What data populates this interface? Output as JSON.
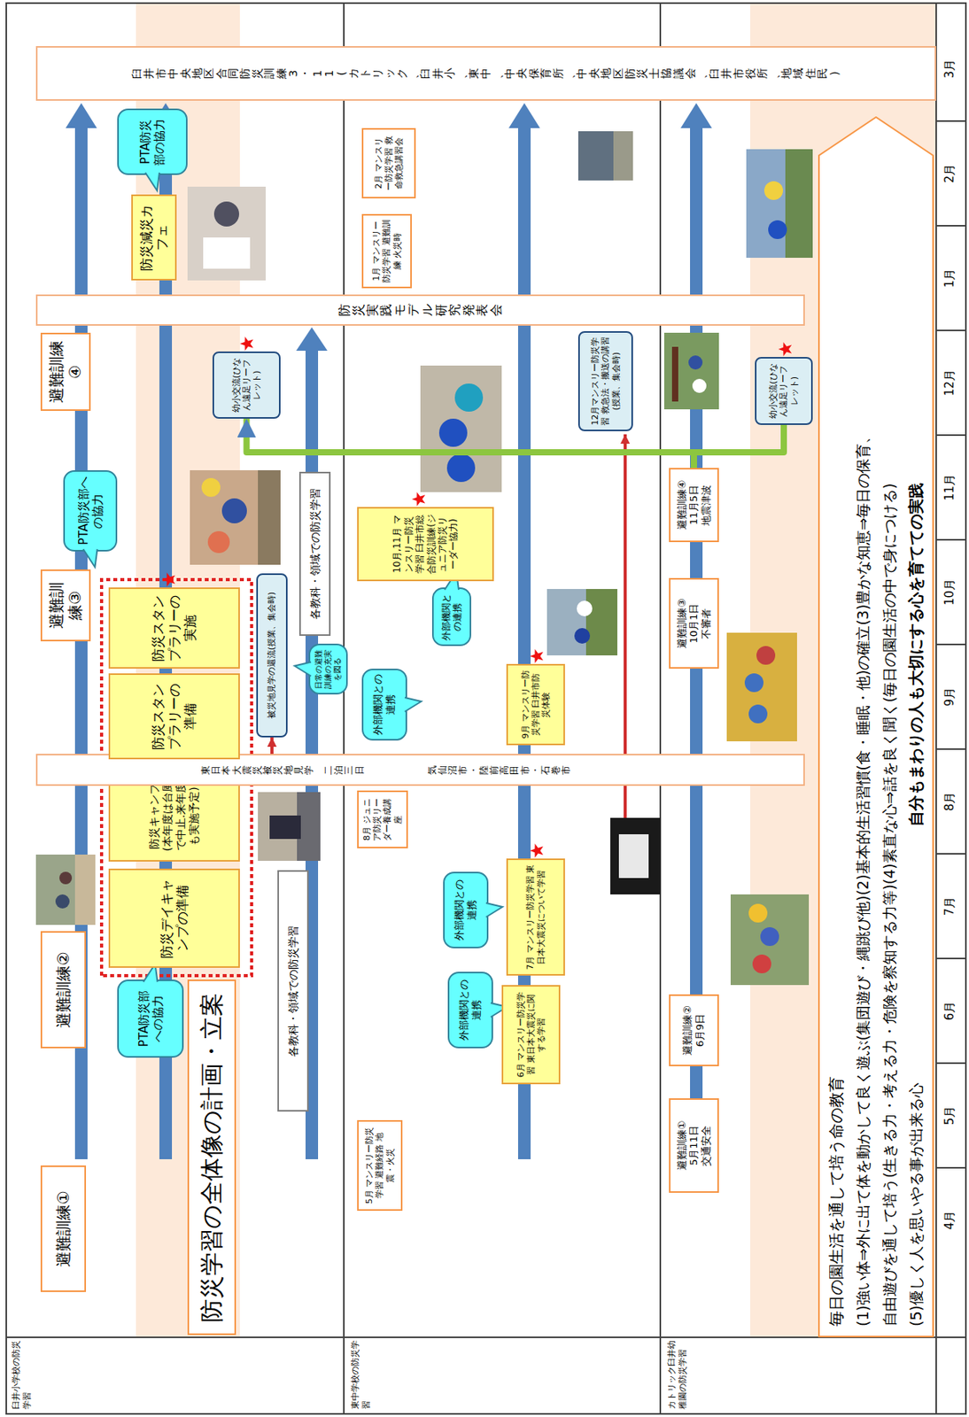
{
  "diagram": {
    "nodes": [
      {
        "text": [
          "防災学習の全体像の計画・立案"
        ]
      },
      {
        "text": [
          "避難訓練①"
        ]
      },
      {
        "text": [
          "避難訓練②"
        ]
      },
      {
        "text": [
          "PTA防災部への協力"
        ]
      },
      {
        "text": [
          "防災デイキャンプの準備"
        ]
      },
      {
        "text": [
          "防災キャンプ(本年度は台風で中止.来年度も実施予定)"
        ]
      },
      {
        "text": [
          "各教科・領域での防災学習"
        ]
      },
      {
        "text": [
          "東日本大震災被災地見学",
          "二泊三日",
          "気仙沼市・陸前高田市・石巻市"
        ]
      },
      {
        "text": [
          "防災スタンプラリーの準備"
        ]
      },
      {
        "text": [
          "防災スタンプラリーの実施"
        ]
      },
      {
        "text": [
          "避難訓練③"
        ]
      },
      {
        "text": [
          "PTA防災部への協力"
        ]
      },
      {
        "text": [
          "被災地見学の還流(授業、集会時)"
        ]
      },
      {
        "text": [
          "日常の避難訓練の充実を図る"
        ]
      },
      {
        "text": [
          "各教科・領域での防災学習"
        ]
      },
      {
        "text": [
          "避難訓練④"
        ]
      },
      {
        "text": [
          "幼小交流(ひなん遠足リーフレット)"
        ]
      },
      {
        "text": [
          "防災実践モデル研究発表会"
        ]
      },
      {
        "text": [
          "防災減災カフェ"
        ]
      },
      {
        "text": [
          "PTA防災部の協力"
        ]
      },
      {
        "text": [
          "5月 マンスリー防災学習 避難経路 地震・火災"
        ]
      },
      {
        "text": [
          "外部機関との連携"
        ]
      },
      {
        "text": [
          "6月 マンスリー防災学習 東日本大震災に関する学習"
        ]
      },
      {
        "text": [
          "外部機関との連携"
        ]
      },
      {
        "text": [
          "7月 マンスリー防災学習 東日本大震災について学習"
        ]
      },
      {
        "text": [
          "8月 ジュニア防災リーダー養成講座"
        ]
      },
      {
        "text": [
          "外部機関との連携"
        ]
      },
      {
        "text": [
          "9月 マンスリー防災学習 臼井市防災体験"
        ]
      },
      {
        "text": [
          "外部機関との連携"
        ]
      },
      {
        "text": [
          "10月,11月 マンスリー防災学習 臼井市総合防災訓練(ジュニア防災リーダー協力)"
        ]
      },
      {
        "text": [
          "12月マンスリー防災学習 救急法・搬送の講習(授業、集会時)"
        ]
      },
      {
        "text": [
          "1月 マンスリー防災学習 避難訓練 火災時"
        ]
      },
      {
        "text": [
          "2月 マンスリー防災学習 救命救急講習会"
        ]
      },
      {
        "text": [
          "避難訓練①",
          "5月11日",
          "交通安全"
        ]
      },
      {
        "text": [
          "避難訓練②",
          "6月9日"
        ]
      },
      {
        "text": [
          "避難訓練③",
          "10月1日",
          "不審者"
        ]
      },
      {
        "text": [
          "避難訓練④",
          "11月5日",
          "地震津波"
        ]
      },
      {
        "text": [
          "幼小交流(ひなん遠足リーフレット)"
        ]
      },
      {
        "text": [
          "毎日の園生活を通して培う命の教育",
          "(1)強い体⇒外に出て体を動かして良く遊ぶ(集団遊び・縄跳び他)(2)基本的生活習慣(食・睡眠・他)の確立(3)豊かな知恵⇒毎日の保育、",
          "自由遊びを通して培う(生きる力・考える力・危険を察知する力等)(4)素直な心⇒話を良く聞く(毎日の園生活の中で身につける)",
          "(5)優しく人を思いやる事が出来る心",
          "自分もまわりの人も大切にする心を育てての実践"
        ]
      },
      {
        "text": [
          "臼井市中央地区合同防災訓練3・11(カトリック、臼井小、東中、中央保育所、中央地区防災士協議会、臼井市役所、地域住民)"
        ]
      }
    ],
    "edges": [
      {
        "from": 7,
        "to": 12,
        "arrow": "to"
      },
      {
        "from": 36,
        "to": 16,
        "arrow": "to"
      },
      {
        "from": 36,
        "to": 37,
        "arrow": "none"
      }
    ],
    "labels": [
      "臼井小学校の防災学習",
      "東中学校の防災学習",
      "カトリック臼井幼稚園の防災学習",
      "4月",
      "5月",
      "6月",
      "7月",
      "8月",
      "9月",
      "10月",
      "11月",
      "12月",
      "1月",
      "2月",
      "3月"
    ]
  }
}
